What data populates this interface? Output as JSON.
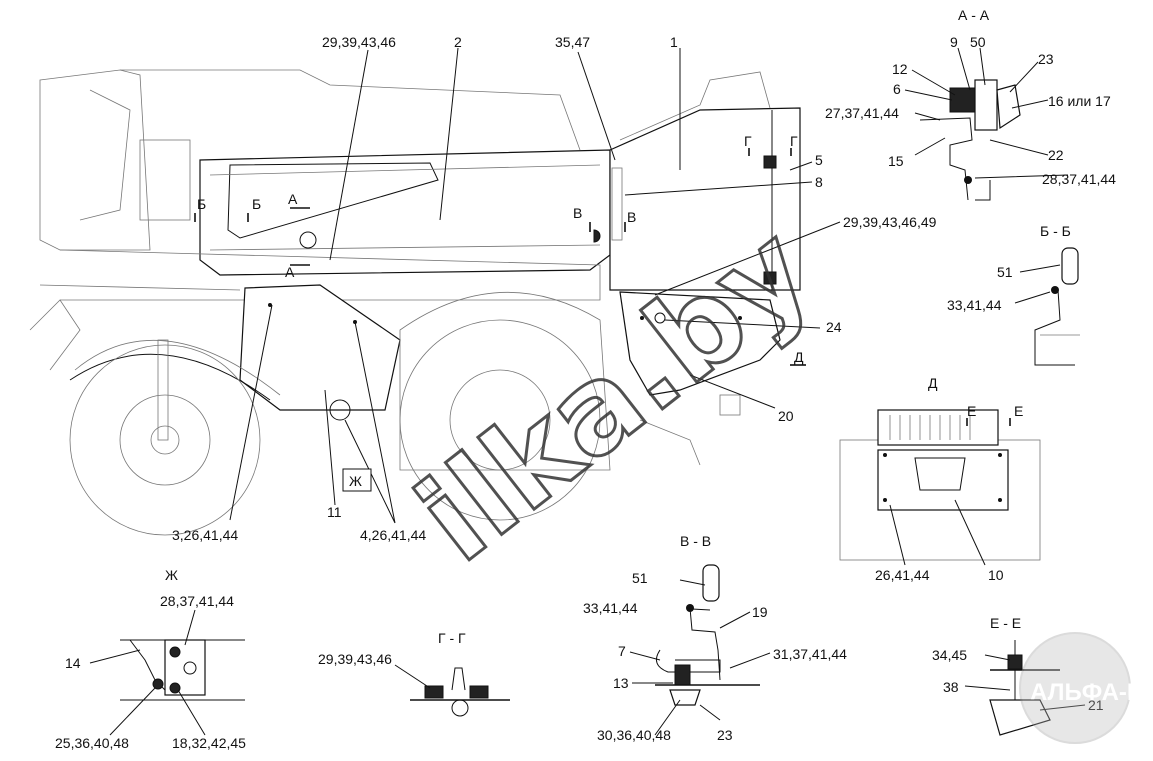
{
  "labels": {
    "l_29_39_43_46_top": "29,39,43,46",
    "l_2": "2",
    "l_35_47": "35,47",
    "l_1": "1",
    "l_5": "5",
    "l_8": "8",
    "l_29_39_43_46_49": "29,39,43,46,49",
    "l_24": "24",
    "l_20": "20",
    "l_d_cut": "Д",
    "l_3_26_41_44": "3,26,41,44",
    "l_11": "11",
    "l_4_26_41_44": "4,26,41,44",
    "l_zh_mark": "Ж",
    "l_a_cut1": "А",
    "l_a_cut2": "А",
    "l_b_cut1": "Б",
    "l_b_cut2": "Б",
    "l_v_cut1": "В",
    "l_v_cut2": "В",
    "l_g_cut1": "Г",
    "l_g_cut2": "Г"
  },
  "sections": {
    "aa": {
      "title": "А - А",
      "labels": [
        "9",
        "50",
        "12",
        "23",
        "6",
        "16 или 17",
        "27,37,41,44",
        "15",
        "22",
        "28,37,41,44"
      ]
    },
    "bb": {
      "title": "Б - Б",
      "labels": [
        "51",
        "33,41,44"
      ]
    },
    "d": {
      "title": "Д",
      "labels": [
        "Е",
        "Е",
        "26,41,44",
        "10"
      ]
    },
    "vv": {
      "title": "В - В",
      "labels": [
        "51",
        "33,41,44",
        "19",
        "7",
        "31,37,41,44",
        "13",
        "30,36,40,48",
        "23"
      ]
    },
    "zh": {
      "title": "Ж",
      "labels": [
        "28,37,41,44",
        "14",
        "25,36,40,48",
        "18,32,42,45"
      ]
    },
    "gg": {
      "title": "Г - Г",
      "labels": [
        "29,39,43,46"
      ]
    },
    "ee": {
      "title": "Е - Е",
      "labels": [
        "34,45",
        "38",
        "21"
      ]
    }
  },
  "watermark": {
    "text": "ilka.by",
    "stamp": "АЛЬФА-КА"
  }
}
